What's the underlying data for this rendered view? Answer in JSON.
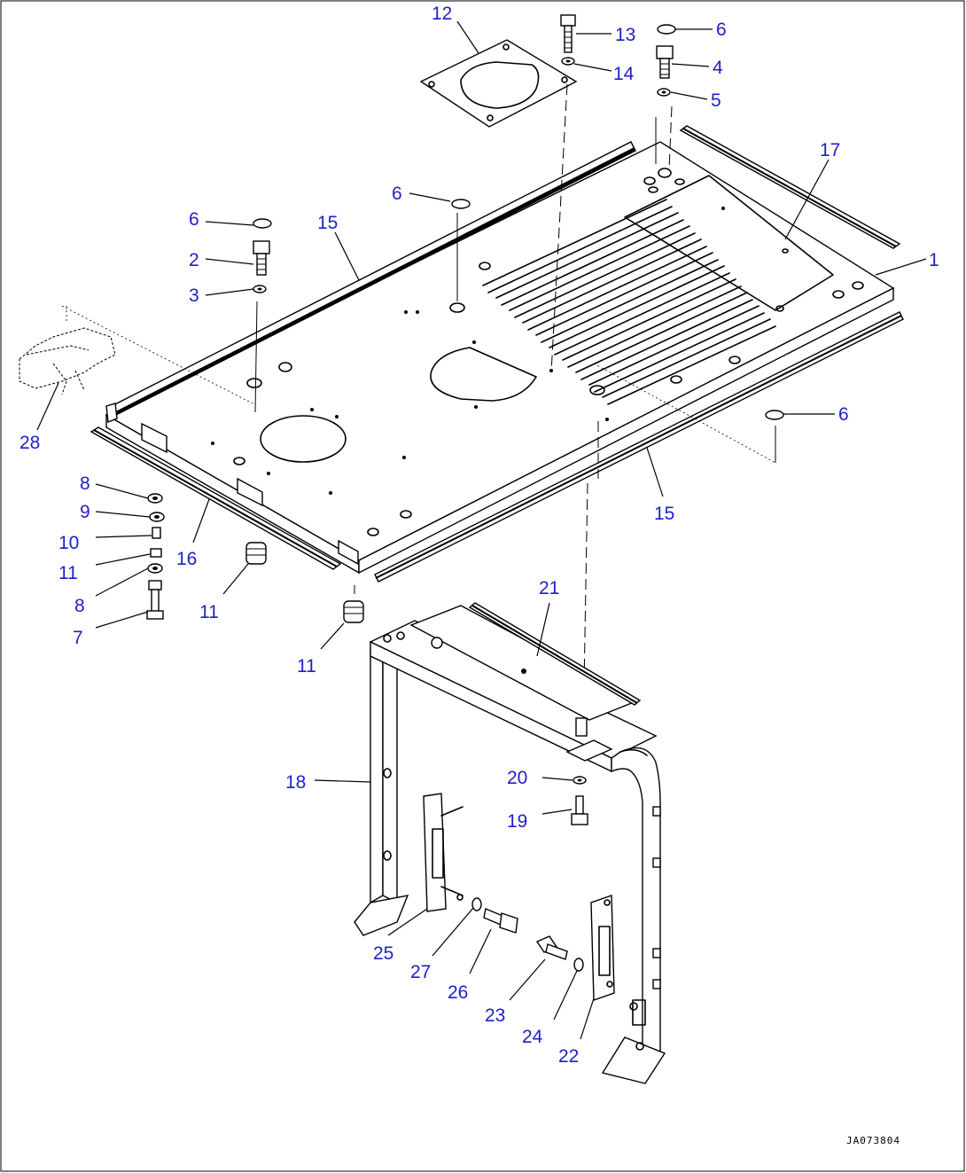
{
  "diagram": {
    "drawing_code": "JA073804",
    "callout_color": "#1f1fc8",
    "callouts": [
      {
        "id": "c12",
        "label": "12"
      },
      {
        "id": "c13",
        "label": "13"
      },
      {
        "id": "c14",
        "label": "14"
      },
      {
        "id": "c6a",
        "label": "6"
      },
      {
        "id": "c4",
        "label": "4"
      },
      {
        "id": "c5",
        "label": "5"
      },
      {
        "id": "c17",
        "label": "17"
      },
      {
        "id": "c1",
        "label": "1"
      },
      {
        "id": "c6b",
        "label": "6"
      },
      {
        "id": "c15a",
        "label": "15"
      },
      {
        "id": "c6c",
        "label": "6"
      },
      {
        "id": "c2",
        "label": "2"
      },
      {
        "id": "c3",
        "label": "3"
      },
      {
        "id": "c28",
        "label": "28"
      },
      {
        "id": "c6d",
        "label": "6"
      },
      {
        "id": "c15b",
        "label": "15"
      },
      {
        "id": "c8a",
        "label": "8"
      },
      {
        "id": "c9",
        "label": "9"
      },
      {
        "id": "c10",
        "label": "10"
      },
      {
        "id": "c11a",
        "label": "11"
      },
      {
        "id": "c8b",
        "label": "8"
      },
      {
        "id": "c7",
        "label": "7"
      },
      {
        "id": "c16",
        "label": "16"
      },
      {
        "id": "c11b",
        "label": "11"
      },
      {
        "id": "c11c",
        "label": "11"
      },
      {
        "id": "c21",
        "label": "21"
      },
      {
        "id": "c18",
        "label": "18"
      },
      {
        "id": "c20",
        "label": "20"
      },
      {
        "id": "c19",
        "label": "19"
      },
      {
        "id": "c25",
        "label": "25"
      },
      {
        "id": "c27",
        "label": "27"
      },
      {
        "id": "c26",
        "label": "26"
      },
      {
        "id": "c23",
        "label": "23"
      },
      {
        "id": "c24",
        "label": "24"
      },
      {
        "id": "c22",
        "label": "22"
      }
    ]
  }
}
